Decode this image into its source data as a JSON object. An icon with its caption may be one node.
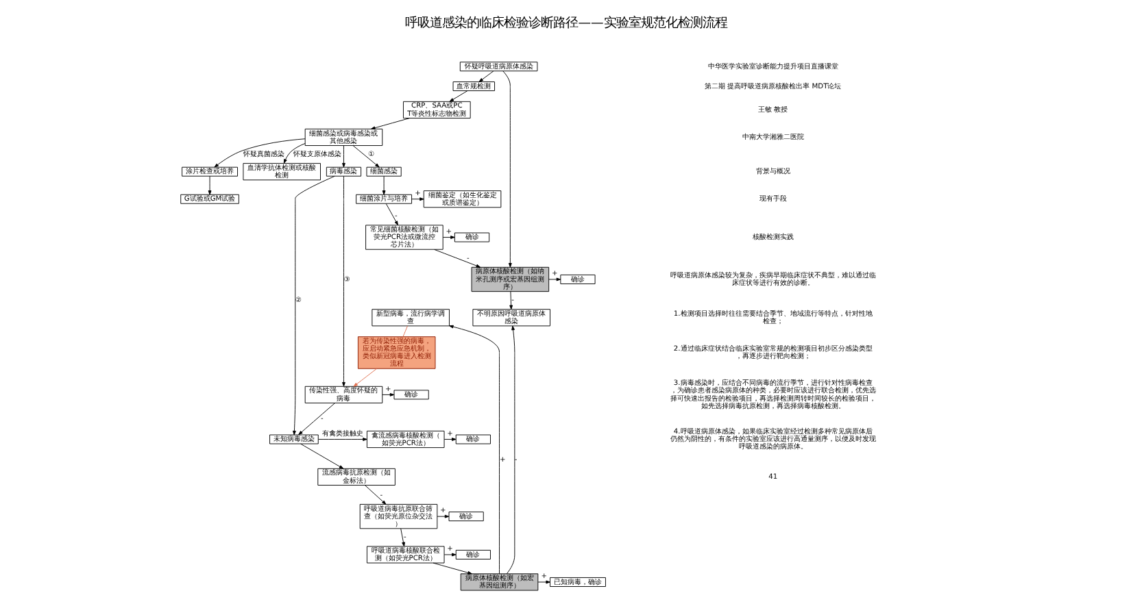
{
  "diagram": {
    "title": "呼吸道感染的临床检验诊断路径——实验室规范化检测流程",
    "nodes": [
      {
        "text": [
          "怀疑呼吸道病原体感染"
        ]
      },
      {
        "text": [
          "血常规检测"
        ]
      },
      {
        "text": [
          "CRP、SAA或PCT等炎性标志物检测"
        ]
      },
      {
        "text": [
          "细菌感染或病毒感染或其他感染"
        ]
      },
      {
        "text": [
          "细菌感染"
        ]
      },
      {
        "text": [
          "细菌涂片与培养"
        ]
      },
      {
        "text": [
          "细菌鉴定（如生化鉴定或质谱鉴定）"
        ]
      },
      {
        "text": [
          "常见细菌核酸检测（如荧光PCR法或微流控芯片法）"
        ]
      },
      {
        "text": [
          "确诊"
        ]
      },
      {
        "text": [
          "病原体核酸检测（如纳米孔测序或宏基因组测序）"
        ]
      },
      {
        "text": [
          "确诊"
        ]
      },
      {
        "text": [
          "涂片检查或培养"
        ]
      },
      {
        "text": [
          "G试验或GM试验"
        ]
      },
      {
        "text": [
          "血清学抗体检测或核酸检测"
        ]
      },
      {
        "text": [
          "不明原因呼吸道病原体感染"
        ]
      },
      {
        "text": [
          "病毒感染"
        ]
      },
      {
        "text": [
          "传染性强、高度怀疑的病毒"
        ]
      },
      {
        "text": [
          "确诊"
        ]
      },
      {
        "text": [
          "若为传染性强的病毒，应启动紧急应急机制，类似新冠病毒进入检测流程"
        ]
      },
      {
        "text": [
          "未知病毒感染"
        ]
      },
      {
        "text": [
          "禽流感病毒核酸检测（如荧光PCR法）"
        ]
      },
      {
        "text": [
          "确诊"
        ]
      },
      {
        "text": [
          "流感病毒抗原检测（如金标法）"
        ]
      },
      {
        "text": [
          "呼吸道病毒抗原联合筛查（如荧光原位杂交法）"
        ]
      },
      {
        "text": [
          "确诊"
        ]
      },
      {
        "text": [
          "呼吸道病毒核酸联合检测（如荧光PCR法）"
        ]
      },
      {
        "text": [
          "确诊"
        ]
      },
      {
        "text": [
          "病原体核酸检测（如宏基因组测序）"
        ]
      },
      {
        "text": [
          "已知病毒，确诊"
        ]
      },
      {
        "text": [
          "新型病毒，流行病学调查"
        ]
      }
    ],
    "edges": [
      {
        "from": 0,
        "to": 1,
        "arrow": "to"
      },
      {
        "from": 1,
        "to": 2,
        "arrow": "to"
      },
      {
        "from": 2,
        "to": 3,
        "arrow": "to"
      },
      {
        "from": 0,
        "to": 9,
        "arrow": "to"
      },
      {
        "from": 3,
        "to": 4,
        "arrow": "to",
        "label": "①"
      },
      {
        "from": 4,
        "to": 5,
        "arrow": "to"
      },
      {
        "from": 5,
        "to": 6,
        "arrow": "to",
        "label": "+"
      },
      {
        "from": 5,
        "to": 7,
        "arrow": "to",
        "label": "-"
      },
      {
        "from": 7,
        "to": 8,
        "arrow": "to",
        "label": "+"
      },
      {
        "from": 7,
        "to": 9,
        "arrow": "to",
        "label": "-"
      },
      {
        "from": 9,
        "to": 10,
        "arrow": "to",
        "label": "+"
      },
      {
        "from": 9,
        "to": 14,
        "arrow": "to",
        "label": "-"
      },
      {
        "from": 3,
        "to": 11,
        "arrow": "to",
        "label": "怀疑真菌感染"
      },
      {
        "from": 3,
        "to": 13,
        "arrow": "to",
        "label": "怀疑支原体感染"
      },
      {
        "from": 11,
        "to": 12,
        "arrow": "to"
      },
      {
        "from": 3,
        "to": 15,
        "arrow": "to"
      },
      {
        "from": 15,
        "to": 16,
        "arrow": "to",
        "label": "③"
      },
      {
        "from": 16,
        "to": 17,
        "arrow": "to",
        "label": "+"
      },
      {
        "from": 16,
        "to": 19,
        "arrow": "to",
        "label": "-"
      },
      {
        "from": 15,
        "to": 19,
        "arrow": "to",
        "label": "②"
      },
      {
        "from": 18,
        "to": 16,
        "arrow": "to",
        "color": "#e07050"
      },
      {
        "from": 29,
        "to": 18,
        "arrow": "none",
        "color": "#e07050"
      },
      {
        "from": 19,
        "to": 20,
        "arrow": "to",
        "label": "有禽类接触史"
      },
      {
        "from": 20,
        "to": 21,
        "arrow": "to",
        "label": "+"
      },
      {
        "from": 19,
        "to": 22,
        "arrow": "to"
      },
      {
        "from": 22,
        "to": 23,
        "arrow": "to",
        "label": "-"
      },
      {
        "from": 23,
        "to": 24,
        "arrow": "to",
        "label": "+"
      },
      {
        "from": 23,
        "to": 25,
        "arrow": "to",
        "label": "-"
      },
      {
        "from": 25,
        "to": 26,
        "arrow": "to",
        "label": "+"
      },
      {
        "from": 25,
        "to": 27,
        "arrow": "to"
      },
      {
        "from": 27,
        "to": 28,
        "arrow": "to",
        "label": "+"
      },
      {
        "from": 27,
        "to": 14,
        "arrow": "to",
        "label": "-"
      },
      {
        "from": 27,
        "to": 29,
        "arrow": "to",
        "label": "+"
      }
    ],
    "labels": [
      "中华医学实验室诊断能力提升项目直播课堂",
      "第二期 提高呼吸道病原核酸检出率 MDT论坛",
      "王敏 教授",
      "中南大学湘雅二医院",
      "背景与概况",
      "现有手段",
      "核酸检测实践",
      "呼吸道病原体感染较为复杂，疾病早期临床症状不典型，难以通过临床症状等进行有效的诊断。",
      "1.检测项目选择时往往需要结合季节、地域流行等特点，针对性地检查；",
      "2.通过临床症状结合临床实验室常规的检测项目初步区分感染类型，再逐步进行靶向检测；",
      "3.病毒感染时，应结合不同病毒的流行季节，进行针对性病毒检查，为确诊患者感染病原体的种类，必要时应该进行联合检测，优先选择可快速出报告的检验项目，再选择检测周转时间较长的检验项目，如先选择病毒抗原检测，再选择病毒核酸检测。",
      "4.呼吸道病原体感染，如果临床实验室经过检测多种常见病原体后仍然为阴性的，有条件的实验室应该进行高通量测序，以便及时发现呼吸道感染的病原体。",
      "41"
    ]
  }
}
